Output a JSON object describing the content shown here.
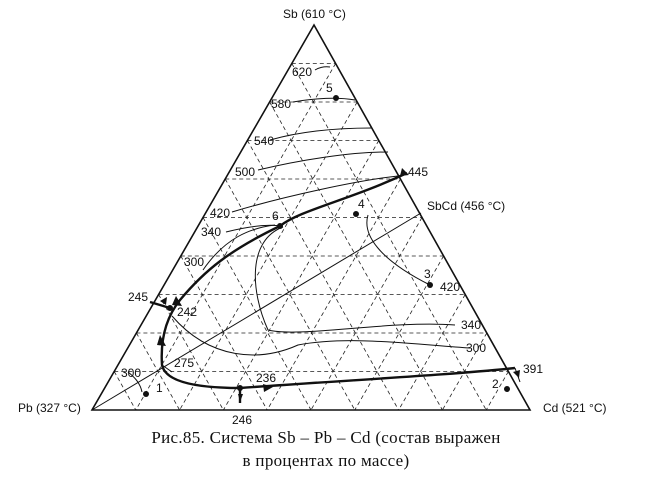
{
  "vertices": {
    "sb": "Sb (610 °C)",
    "pb": "Pb (327 °C)",
    "cd": "Cd (521 °C)",
    "sbcd": "SbCd (456 °C)"
  },
  "isotherm_labels": {
    "t620": "620",
    "t580": "580",
    "t540": "540",
    "t500": "500",
    "t420a": "420",
    "t340a": "340",
    "t300a": "300",
    "t420b": "420",
    "t340b": "340",
    "t300b": "300",
    "t300c": "300"
  },
  "temperature_labels": {
    "t445": "445",
    "t391": "391",
    "t245": "245",
    "t242": "242",
    "t275": "275",
    "t236": "236",
    "t246": "246"
  },
  "points": {
    "p1": "1",
    "p2": "2",
    "p3": "3",
    "p4": "4",
    "p5": "5",
    "p6": "6"
  },
  "caption": {
    "line1": "Рис.85. Система Sb – Pb – Cd (состав выражен",
    "line2": "в процентах по массе)"
  }
}
